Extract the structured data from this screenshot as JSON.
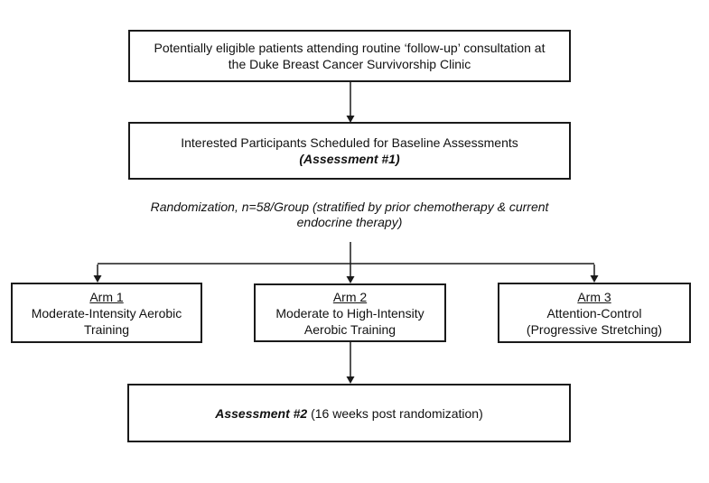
{
  "colors": {
    "background": "#ffffff",
    "line": "#1a1a1a",
    "box_border": "#1a1a1a",
    "text": "#111111"
  },
  "boxes": {
    "eligible": {
      "text": "Potentially eligible patients attending routine ‘follow-up’ consultation at\nthe Duke Breast Cancer Survivorship Clinic"
    },
    "baseline": {
      "line1": "Interested Participants Scheduled for Baseline Assessments",
      "line2": "(Assessment #1)"
    },
    "randomization_note": "Randomization, n=58/Group (stratified by prior chemotherapy & current\nendocrine therapy)",
    "arm1": {
      "title": "Arm 1",
      "body": "Moderate-Intensity Aerobic\nTraining"
    },
    "arm2": {
      "title": "Arm 2",
      "body": "Moderate to High-Intensity\nAerobic Training"
    },
    "arm3": {
      "title": "Arm 3",
      "body": "Attention-Control\n(Progressive Stretching)"
    },
    "assessment2": {
      "emphasis": "Assessment #2",
      "rest": " (16 weeks post randomization)"
    }
  }
}
